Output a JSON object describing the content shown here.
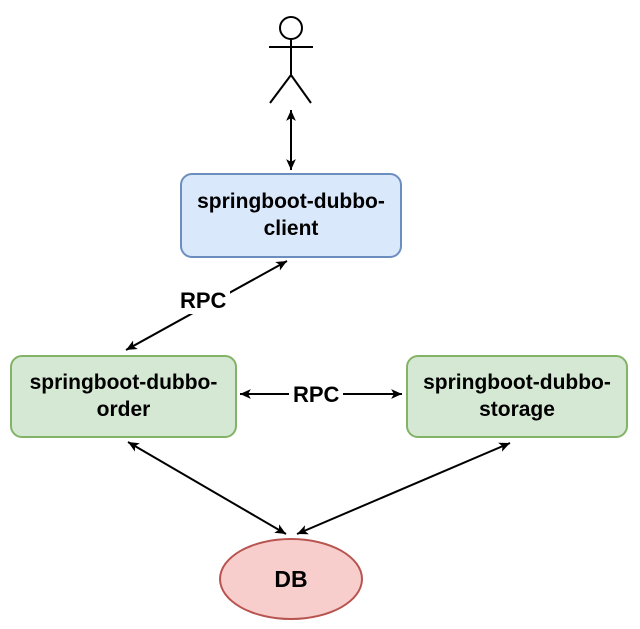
{
  "colors": {
    "background": "#ffffff",
    "line": "#000000",
    "text": "#000000",
    "client_fill": "#dae8fc",
    "client_border": "#6c8ebf",
    "service_fill": "#d5e8d4",
    "service_border": "#82b366",
    "db_fill": "#f8cecc",
    "db_border": "#b85450"
  },
  "nodes": {
    "actor": {
      "icon": "person-stick-figure-icon"
    },
    "client": {
      "label": "springboot-dubbo-client",
      "lines": [
        "springboot-dubbo-",
        "client"
      ]
    },
    "order": {
      "label": "springboot-dubbo-order",
      "lines": [
        "springboot-dubbo-",
        "order"
      ]
    },
    "storage": {
      "label": "springboot-dubbo-storage",
      "lines": [
        "springboot-dubbo-",
        "storage"
      ]
    },
    "db": {
      "label": "DB"
    }
  },
  "edges": [
    {
      "from": "actor",
      "to": "client",
      "bidirectional": true,
      "label": ""
    },
    {
      "from": "client",
      "to": "order",
      "bidirectional": true,
      "label": "RPC"
    },
    {
      "from": "order",
      "to": "storage",
      "bidirectional": true,
      "label": "RPC"
    },
    {
      "from": "order",
      "to": "db",
      "bidirectional": true,
      "label": ""
    },
    {
      "from": "storage",
      "to": "db",
      "bidirectional": true,
      "label": ""
    }
  ]
}
